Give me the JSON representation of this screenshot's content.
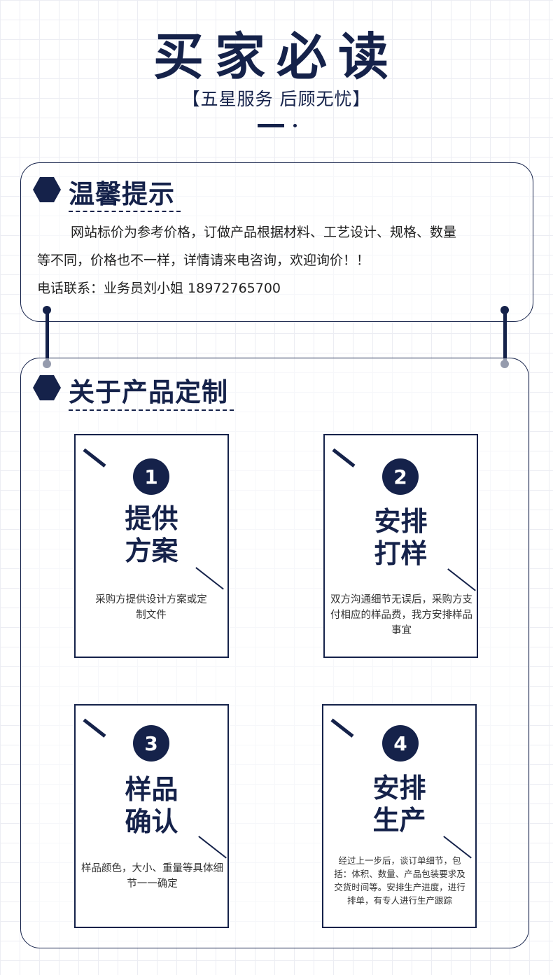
{
  "header": {
    "title": "买家必读",
    "subtitle": "【五星服务  后顾无忧】"
  },
  "tips": {
    "title": "温馨提示",
    "line1": "网站标价为参考价格，订做产品根据材料、工艺设计、规格、数量",
    "line2": "等不同，价格也不一样，详情请来电咨询，欢迎询价！！",
    "contact": "电话联系：业务员刘小姐 18972765700"
  },
  "custom": {
    "title": "关于产品定制",
    "steps": [
      {
        "num": "1",
        "title1": "提供",
        "title2": "方案",
        "desc": "采购方提供设计方案或定制文件"
      },
      {
        "num": "2",
        "title1": "安排",
        "title2": "打样",
        "desc": "双方沟通细节无误后，采购方支付相应的样品费，我方安排样品事宜"
      },
      {
        "num": "3",
        "title1": "样品",
        "title2": "确认",
        "desc": "样品颜色，大小、重量等具体细节一一确定"
      },
      {
        "num": "4",
        "title1": "安排",
        "title2": "生产",
        "desc": "经过上一步后，谈订单细节，包括：体积、数量、产品包装要求及交货时间等。安排生产进度，进行排单，有专人进行生产跟踪"
      }
    ]
  },
  "colors": {
    "navy": "#15224a",
    "grid": "#ecedf3",
    "background": "#ffffff"
  }
}
